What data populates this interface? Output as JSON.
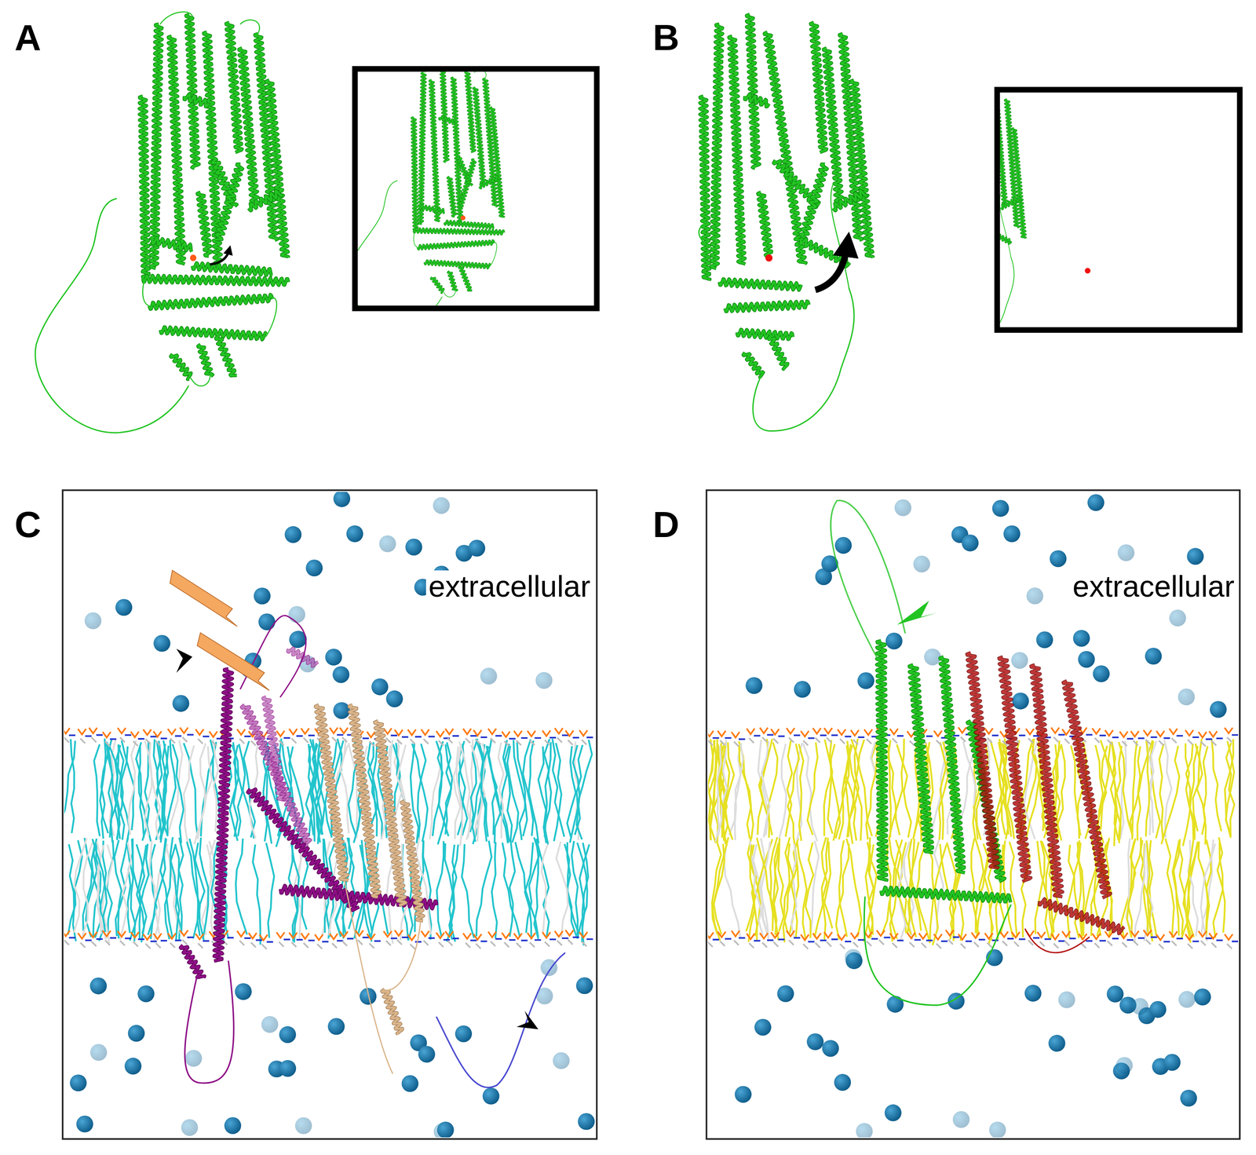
{
  "diagram": {
    "labels": [
      "A",
      "B",
      "C",
      "D",
      "extracellular",
      "extracellular"
    ]
  }
}
